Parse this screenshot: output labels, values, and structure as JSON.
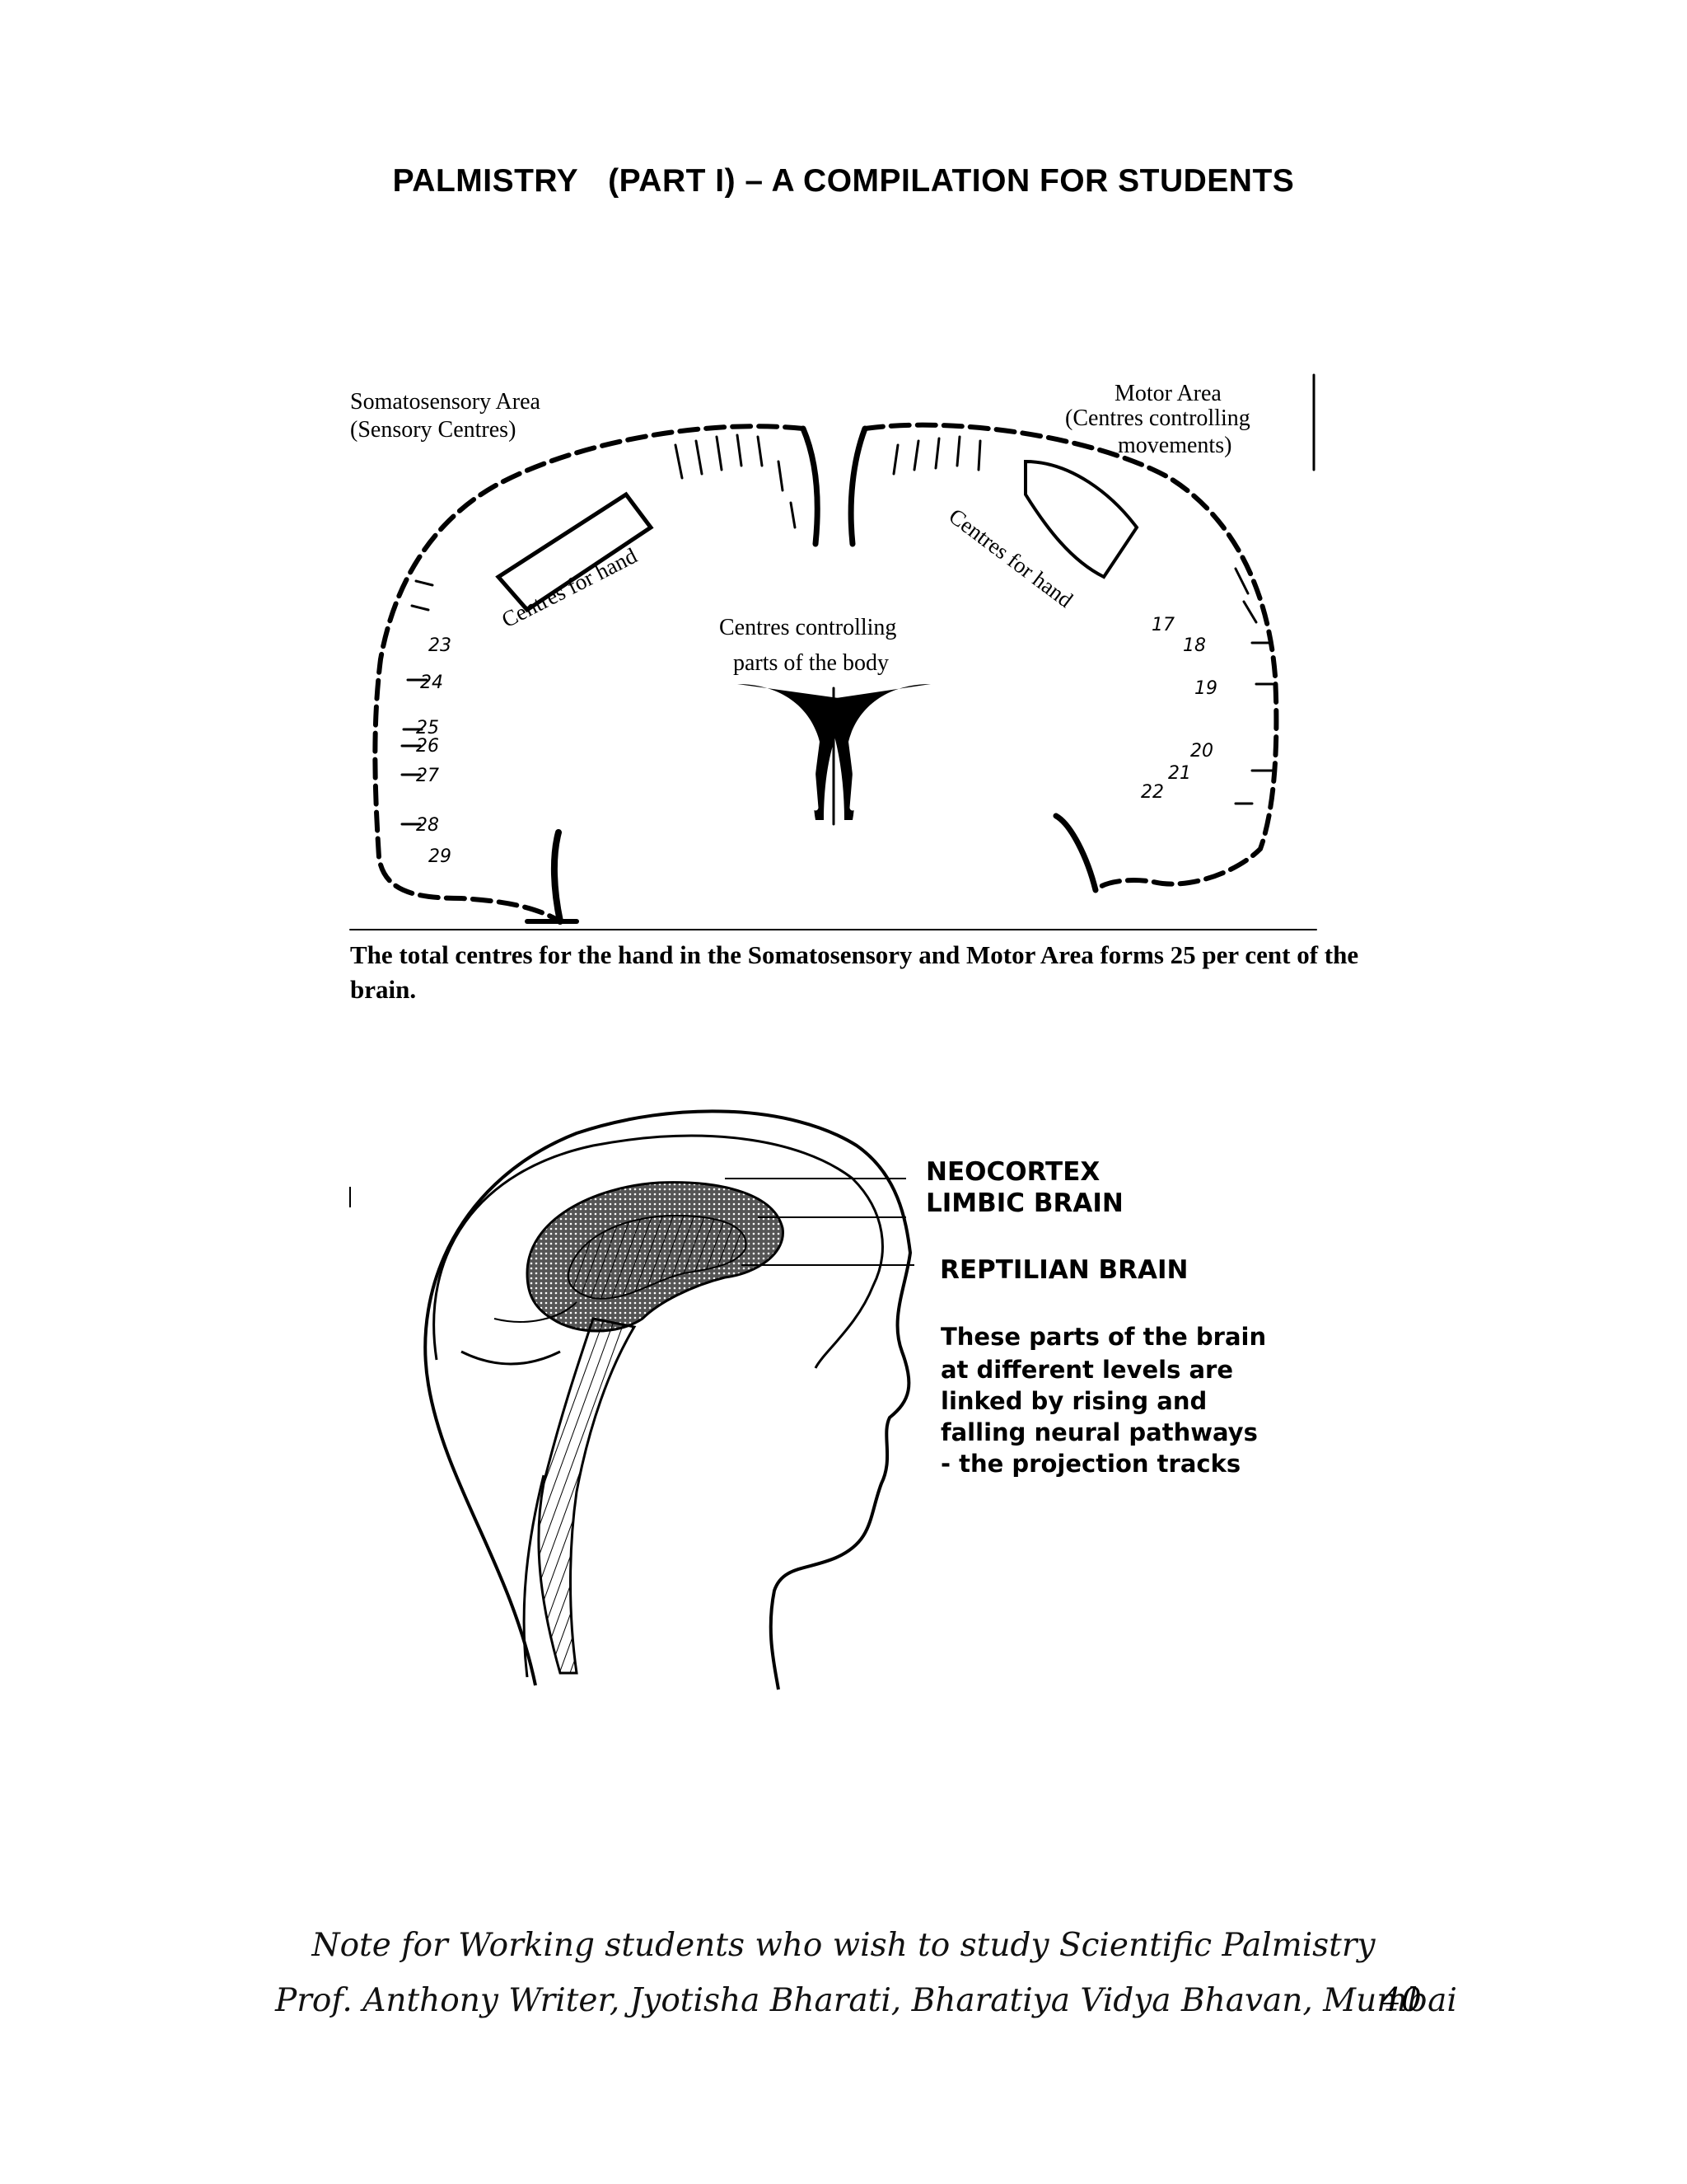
{
  "header": {
    "part1": "PALMISTRY",
    "part2": "(PART I) – A COMPILATION FOR STUDENTS"
  },
  "figure1": {
    "somatosensory_line1": "Somatosensory Area",
    "somatosensory_line2": "(Sensory Centres)",
    "motor_line1": "Motor Area",
    "motor_line2": "(Centres controlling",
    "motor_line3": "movements)",
    "centre_line1": "Centres controlling",
    "centre_line2": "parts of the body",
    "left_hand_label": "Centres for hand",
    "right_hand_label": "Centres for hand",
    "left_numbers": [
      "23",
      "24",
      "25",
      "26",
      "27",
      "28",
      "29"
    ],
    "right_numbers": [
      "17",
      "18",
      "19",
      "20",
      "21",
      "22"
    ],
    "caption": "The total  centres for the hand in the Somatosensory and Motor Area  forms 25 per cent of the brain."
  },
  "figure2": {
    "neocortex": "NEOCORTEX",
    "limbic": "LIMBIC BRAIN",
    "reptilian": "REPTILIAN BRAIN",
    "desc_line1": "These parts of the brain",
    "desc_line2": "at different levels are",
    "desc_line3": "linked by rising and",
    "desc_line4": "falling neural pathways",
    "desc_line5": "- the projection tracks"
  },
  "footer": {
    "line1": "Note for Working students who wish to study Scientific Palmistry",
    "line2": "Prof. Anthony Writer, Jyotisha Bharati, Bharatiya Vidya Bhavan,  Mumbai",
    "page_number": "40"
  }
}
